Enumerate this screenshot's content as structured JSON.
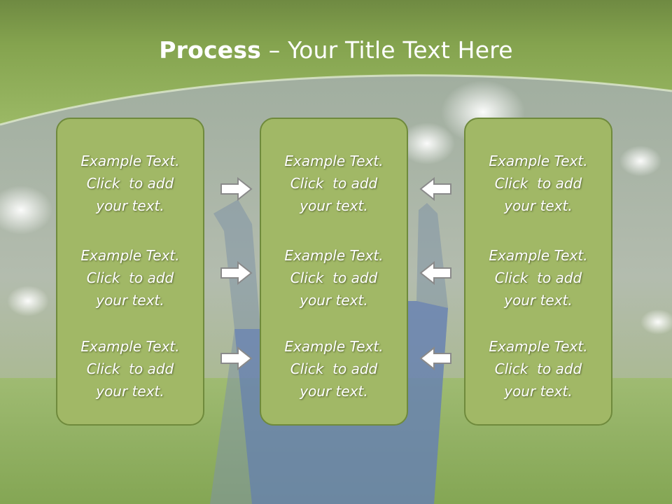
{
  "title": {
    "bold": "Process",
    "rest": " – Your Title Text Here"
  },
  "columns": [
    {
      "items": [
        {
          "line1": "Example Text.",
          "line2": "Click  to add",
          "line3": "your text."
        },
        {
          "line1": "Example Text.",
          "line2": "Click  to add",
          "line3": "your text."
        },
        {
          "line1": "Example Text.",
          "line2": "Click  to add",
          "line3": "your text."
        }
      ]
    },
    {
      "items": [
        {
          "line1": "Example Text.",
          "line2": "Click  to add",
          "line3": "your text."
        },
        {
          "line1": "Example Text.",
          "line2": "Click  to add",
          "line3": "your text."
        },
        {
          "line1": "Example Text.",
          "line2": "Click  to add",
          "line3": "your text."
        }
      ]
    },
    {
      "items": [
        {
          "line1": "Example Text.",
          "line2": "Click  to add",
          "line3": "your text."
        },
        {
          "line1": "Example Text.",
          "line2": "Click  to add",
          "line3": "your text."
        },
        {
          "line1": "Example Text.",
          "line2": "Click  to add",
          "line3": "your text."
        }
      ]
    }
  ],
  "icons": {
    "left_arrows": "right-arrow-icon",
    "right_arrows": "left-arrow-icon"
  },
  "colors": {
    "header_green": "#8aaa4f",
    "box_fill": "#a1b866",
    "box_border": "#6f8a3c",
    "text": "#ffffff"
  }
}
